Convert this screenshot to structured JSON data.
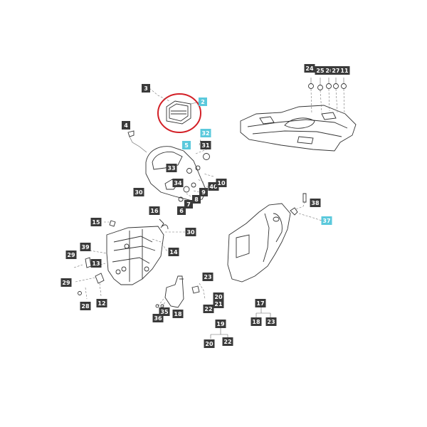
{
  "diagram": {
    "highlight_color": "#d32027",
    "label_dark_color": "#3a3a3a",
    "label_cyan_color": "#5bc9dc",
    "labels": [
      {
        "id": "l3",
        "text": "3",
        "style": "dark"
      },
      {
        "id": "l2",
        "text": "2",
        "style": "cyan"
      },
      {
        "id": "l4",
        "text": "4",
        "style": "dark"
      },
      {
        "id": "l32",
        "text": "32",
        "style": "cyan"
      },
      {
        "id": "l5",
        "text": "5",
        "style": "cyan"
      },
      {
        "id": "l31",
        "text": "31",
        "style": "dark"
      },
      {
        "id": "l33",
        "text": "33",
        "style": "dark"
      },
      {
        "id": "l34",
        "text": "34",
        "style": "dark"
      },
      {
        "id": "l9",
        "text": "9",
        "style": "dark"
      },
      {
        "id": "l40",
        "text": "40",
        "style": "dark"
      },
      {
        "id": "l10",
        "text": "10",
        "style": "dark"
      },
      {
        "id": "l30a",
        "text": "30",
        "style": "dark"
      },
      {
        "id": "l7",
        "text": "7",
        "style": "dark"
      },
      {
        "id": "l8",
        "text": "8",
        "style": "dark"
      },
      {
        "id": "l6",
        "text": "6",
        "style": "dark"
      },
      {
        "id": "l16",
        "text": "16",
        "style": "dark"
      },
      {
        "id": "l15",
        "text": "15",
        "style": "dark"
      },
      {
        "id": "l30b",
        "text": "30",
        "style": "dark"
      },
      {
        "id": "l39",
        "text": "39",
        "style": "dark"
      },
      {
        "id": "l29a",
        "text": "29",
        "style": "dark"
      },
      {
        "id": "l13",
        "text": "13",
        "style": "dark"
      },
      {
        "id": "l14",
        "text": "14",
        "style": "dark"
      },
      {
        "id": "l29b",
        "text": "29",
        "style": "dark"
      },
      {
        "id": "l28",
        "text": "28",
        "style": "dark"
      },
      {
        "id": "l12",
        "text": "12",
        "style": "dark"
      },
      {
        "id": "l23a",
        "text": "23",
        "style": "dark"
      },
      {
        "id": "l20a",
        "text": "20",
        "style": "dark"
      },
      {
        "id": "l21",
        "text": "21",
        "style": "dark"
      },
      {
        "id": "l22a",
        "text": "22",
        "style": "dark"
      },
      {
        "id": "l35",
        "text": "35",
        "style": "dark"
      },
      {
        "id": "l36",
        "text": "36",
        "style": "dark"
      },
      {
        "id": "l18a",
        "text": "18",
        "style": "dark"
      },
      {
        "id": "l24",
        "text": "24",
        "style": "dark"
      },
      {
        "id": "l25",
        "text": "25",
        "style": "dark"
      },
      {
        "id": "l26",
        "text": "26",
        "style": "dark"
      },
      {
        "id": "l27",
        "text": "27",
        "style": "dark"
      },
      {
        "id": "l11",
        "text": "11",
        "style": "dark"
      },
      {
        "id": "l38",
        "text": "38",
        "style": "dark"
      },
      {
        "id": "l37",
        "text": "37",
        "style": "cyan"
      },
      {
        "id": "l17",
        "text": "17",
        "style": "dark"
      },
      {
        "id": "l18b",
        "text": "18",
        "style": "dark"
      },
      {
        "id": "l23b",
        "text": "23",
        "style": "dark"
      },
      {
        "id": "l19",
        "text": "19",
        "style": "dark"
      },
      {
        "id": "l20b",
        "text": "20",
        "style": "dark"
      },
      {
        "id": "l22b",
        "text": "22",
        "style": "dark"
      }
    ]
  }
}
